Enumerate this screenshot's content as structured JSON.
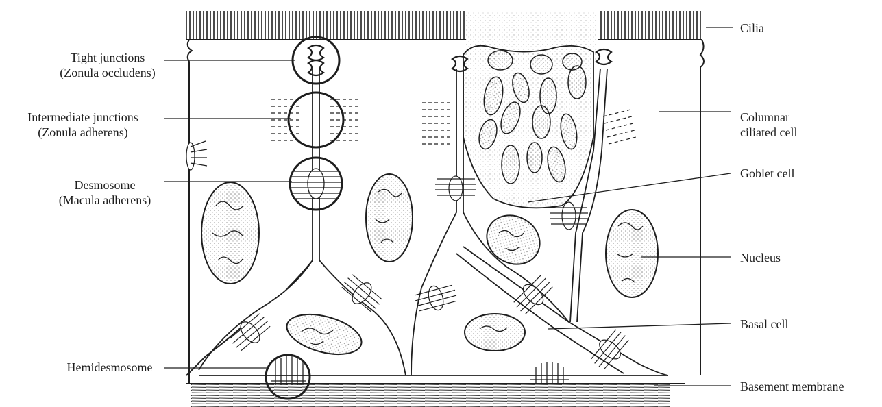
{
  "figure": {
    "left_labels": {
      "tight": {
        "line1": "Tight junctions",
        "line2": "(Zonula occludens)"
      },
      "intermediate": {
        "line1": "Intermediate junctions",
        "line2": "(Zonula adherens)"
      },
      "desmosome": {
        "line1": "Desmosome",
        "line2": "(Macula adherens)"
      },
      "hemidesmosome": {
        "line1": "Hemidesmosome"
      }
    },
    "right_labels": {
      "cilia": "Cilia",
      "columnar": {
        "line1": "Columnar",
        "line2": "ciliated cell"
      },
      "goblet": "Goblet cell",
      "nucleus": "Nucleus",
      "basal": "Basal cell",
      "basement": "Basement membrane"
    }
  },
  "colors": {
    "ink": "#1e1e1e",
    "stipple": "#9a9a9a",
    "paper": "#ffffff"
  }
}
